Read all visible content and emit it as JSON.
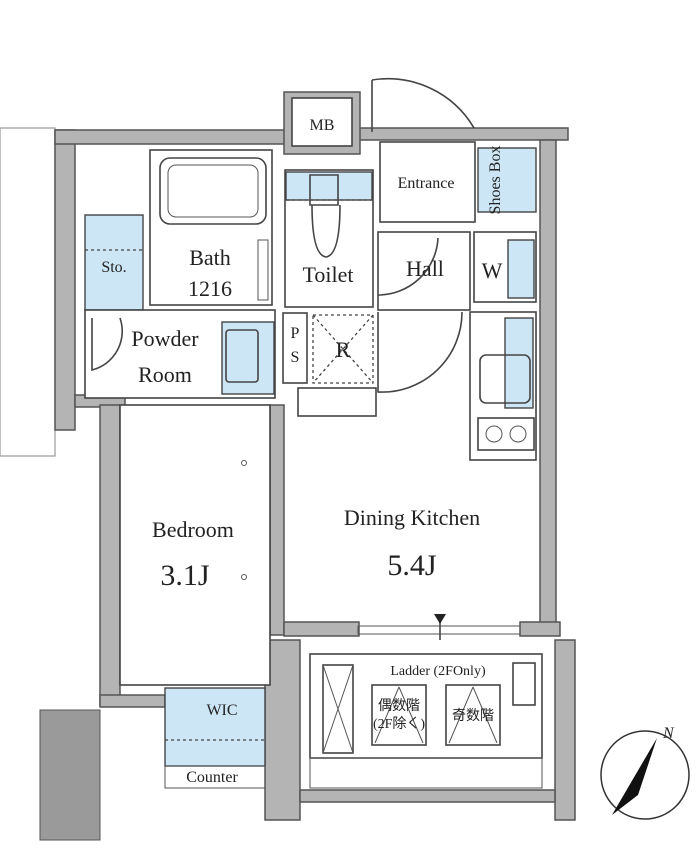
{
  "rooms": {
    "mb": "MB",
    "entrance": "Entrance",
    "shoes_box": "Shoes Box",
    "bath": "Bath",
    "bath_size": "1216",
    "storage": "Sto.",
    "toilet": "Toilet",
    "hall": "Hall",
    "washer": "W",
    "powder_room_line1": "Powder",
    "powder_room_line2": "Room",
    "ps_line1": "P",
    "ps_line2": "S",
    "refrigerator": "R",
    "bedroom": "Bedroom",
    "bedroom_size": "3.1J",
    "dining_kitchen": "Dining Kitchen",
    "dining_kitchen_size": "5.4J",
    "wic": "WIC",
    "counter": "Counter",
    "ladder": "Ladder (2FOnly)",
    "even_floors_line1": "偶数階",
    "even_floors_line2": "(2F除く)",
    "odd_floors": "奇数階"
  },
  "compass": {
    "label": "N"
  },
  "colors": {
    "fixture_blue": "#cde6f5",
    "wall_gray": "#b4b4b4"
  }
}
